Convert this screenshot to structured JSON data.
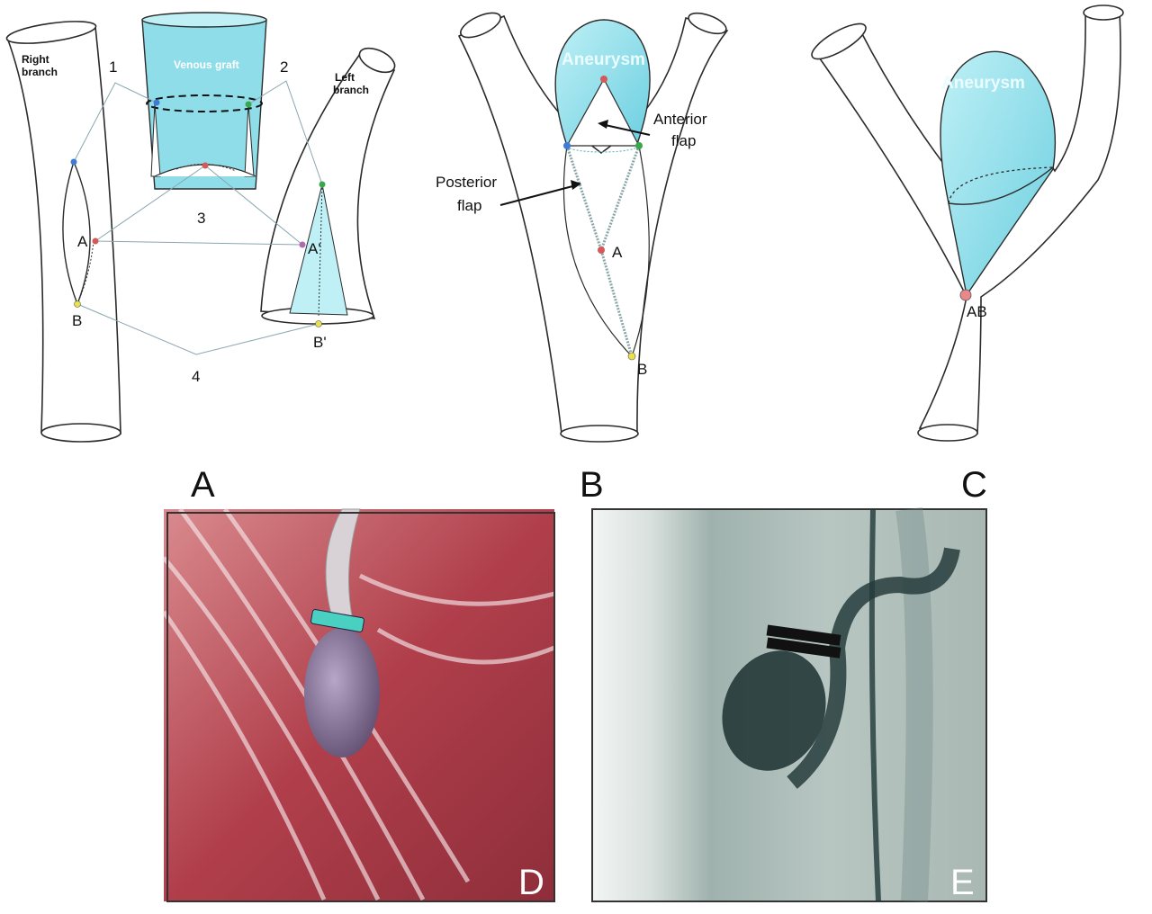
{
  "panels": {
    "A": {
      "letter": "A",
      "labels": {
        "right_branch": [
          "Right",
          "branch"
        ],
        "left_branch": [
          "Left",
          "branch"
        ],
        "venous_graft": "Venous graft",
        "n1": "1",
        "n2": "2",
        "n3": "3",
        "n4": "4",
        "pA": "A",
        "pB": "B",
        "pA2": "A'",
        "pB2": "B'"
      }
    },
    "B": {
      "letter": "B",
      "labels": {
        "aneurysm": "Aneurysm",
        "anterior": [
          "Anterior",
          "flap"
        ],
        "posterior": [
          "Posterior",
          "flap"
        ],
        "pA": "A",
        "pB": "B"
      }
    },
    "C": {
      "letter": "C",
      "labels": {
        "aneurysm": "Aneurysm",
        "pAB": "AB"
      }
    },
    "D": {
      "letter": "D"
    },
    "E": {
      "letter": "E"
    }
  },
  "colors": {
    "graft_fill": "#8fdde9",
    "marker_blue": "#3d7bd8",
    "marker_green": "#3aa84a",
    "marker_red": "#d45a5a",
    "marker_yellow": "#e9e24a",
    "photo_tissue": "#b44c55",
    "xray_bg": "#b9c6c2"
  }
}
